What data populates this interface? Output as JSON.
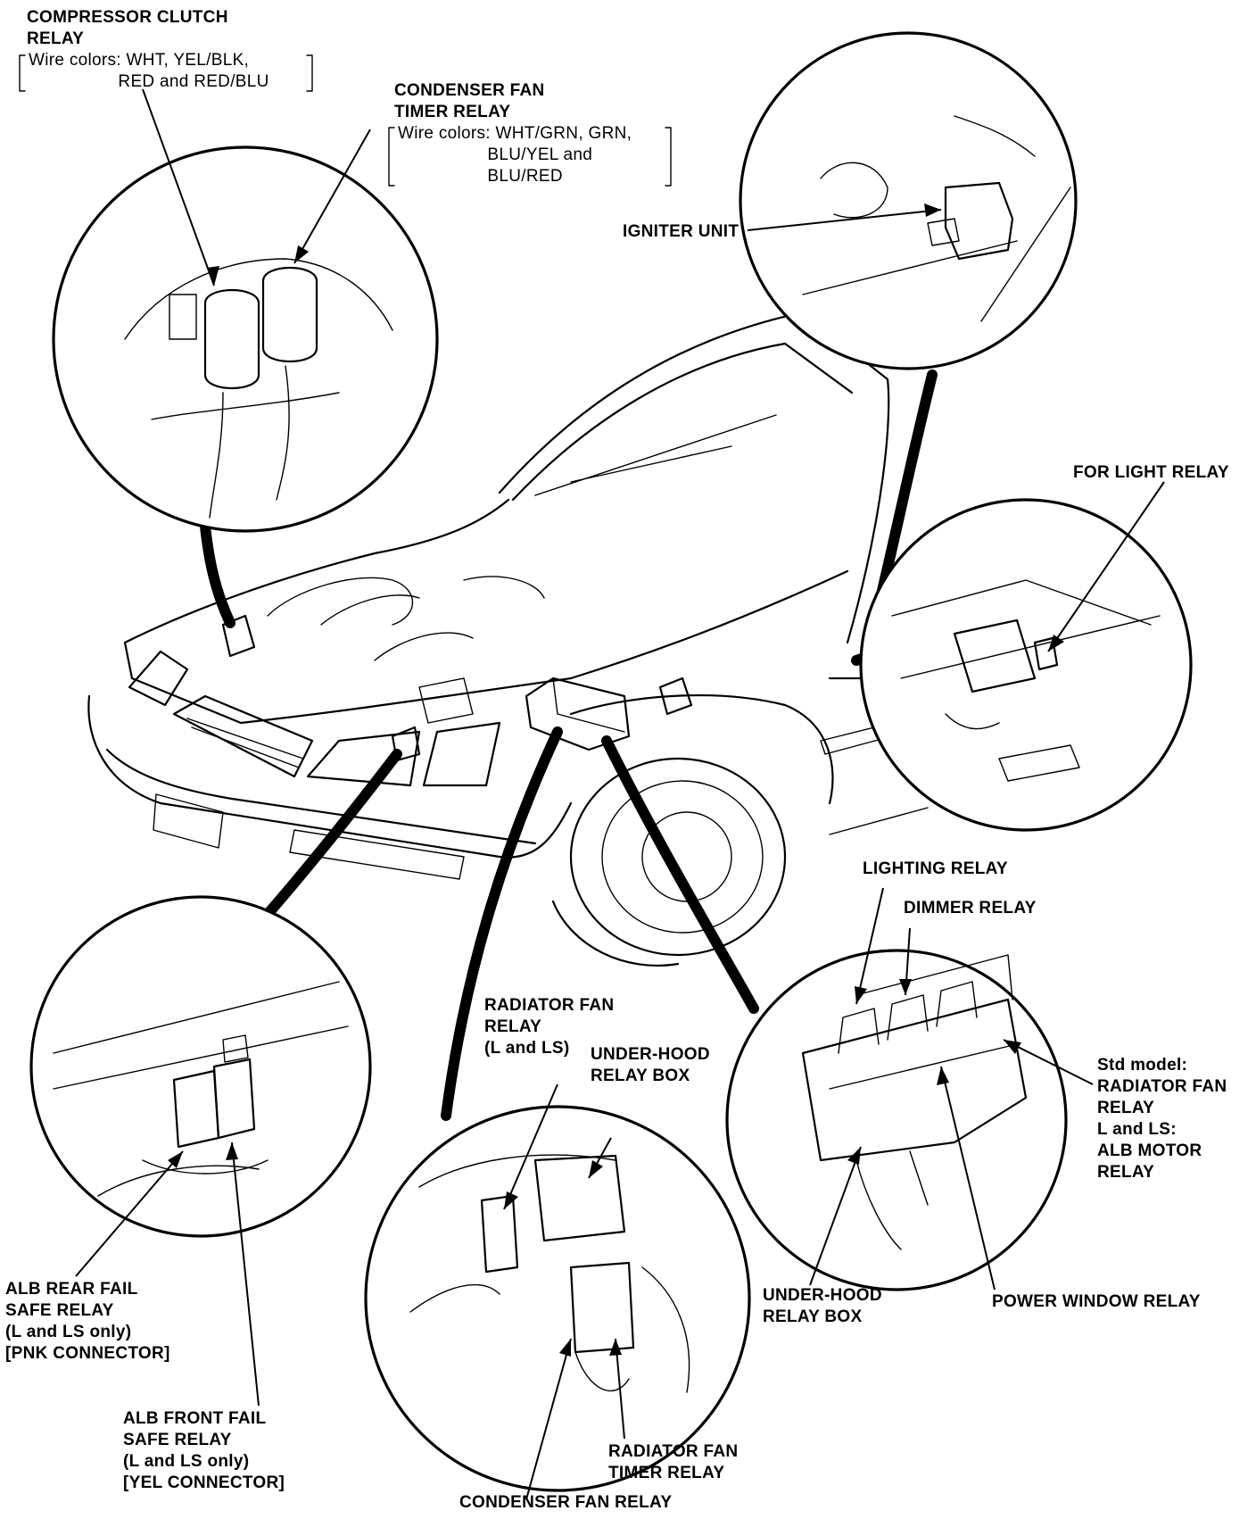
{
  "labels": {
    "compressor_clutch_relay": {
      "title": "COMPRESSOR CLUTCH\nRELAY",
      "wires": "Wire colors: WHT, YEL/BLK,\n                  RED and RED/BLU"
    },
    "condenser_fan_timer_relay": {
      "title": "CONDENSER FAN\nTIMER RELAY",
      "wires": "Wire colors: WHT/GRN, GRN,\n                  BLU/YEL and\n                  BLU/RED"
    },
    "igniter_unit": "IGNITER UNIT",
    "for_light_relay": "FOR LIGHT RELAY",
    "lighting_relay": "LIGHTING RELAY",
    "dimmer_relay": "DIMMER RELAY",
    "std_model_radiator_fan_relay": "Std model:\nRADIATOR FAN\nRELAY\nL and LS:\nALB MOTOR\nRELAY",
    "radiator_fan_relay_l_ls": "RADIATOR FAN\nRELAY\n(L and LS)",
    "under_hood_relay_box_center": "UNDER-HOOD\nRELAY BOX",
    "under_hood_relay_box_right": "UNDER-HOOD\nRELAY BOX",
    "power_window_relay": "POWER WINDOW RELAY",
    "alb_rear_fail_safe_relay": "ALB REAR FAIL\nSAFE RELAY\n(L and LS only)\n[PNK CONNECTOR]",
    "alb_front_fail_safe_relay": "ALB FRONT FAIL\nSAFE RELAY\n(L and LS only)\n[YEL CONNECTOR]",
    "radiator_fan_timer_relay": "RADIATOR FAN\nTIMER RELAY",
    "condenser_fan_relay": "CONDENSER FAN RELAY"
  }
}
